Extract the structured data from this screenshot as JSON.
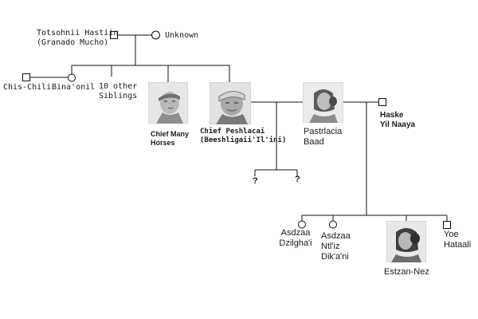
{
  "colors": {
    "line": "#111111",
    "portrait_bg": "#dcdcdc",
    "portrait_shadow": "#8a8a8a"
  },
  "people": {
    "totsohnii": {
      "line1": "Totsohnii Hastiin",
      "line2": "(Granado Mucho)",
      "symbol": "male"
    },
    "unknown": {
      "name": "Unknown",
      "symbol": "female"
    },
    "chis_chili": {
      "name": "Chis-Chili",
      "symbol": "male"
    },
    "bina_onil": {
      "name": "Bina'onil",
      "symbol": "female"
    },
    "siblings": {
      "line1": "10 other",
      "line2": "Siblings"
    },
    "many_horses": {
      "line1": "Chief Many",
      "line2": "Horses",
      "portrait": "portrait-headband"
    },
    "peshlacai": {
      "line1": "Chief Peshlacai",
      "line2": "(Beeshligaii'Il'ini)",
      "portrait": "portrait-elder"
    },
    "pastrlacia": {
      "line1": "Pastrlacia",
      "line2": "Baad",
      "portrait": "portrait-woman"
    },
    "haske": {
      "line1": "Haske",
      "line2": "Yil Naaya",
      "symbol": "male"
    },
    "unknown_child_1": {
      "name": "?"
    },
    "unknown_child_2": {
      "name": "?"
    },
    "asdzaa_dzilgha": {
      "line1": "Asdzaa",
      "line2": "Dzilgha'i",
      "symbol": "female"
    },
    "asdzaa_ntliz": {
      "line1": "Asdzaa",
      "line2": "Ntl'iz",
      "line3": "Dik'a'ni",
      "symbol": "female"
    },
    "estzan_nez": {
      "name": "Estzan-Nez",
      "portrait": "portrait-woman"
    },
    "yoe_hataali": {
      "line1": "Yoe",
      "line2": "Hataali",
      "symbol": "male"
    }
  }
}
